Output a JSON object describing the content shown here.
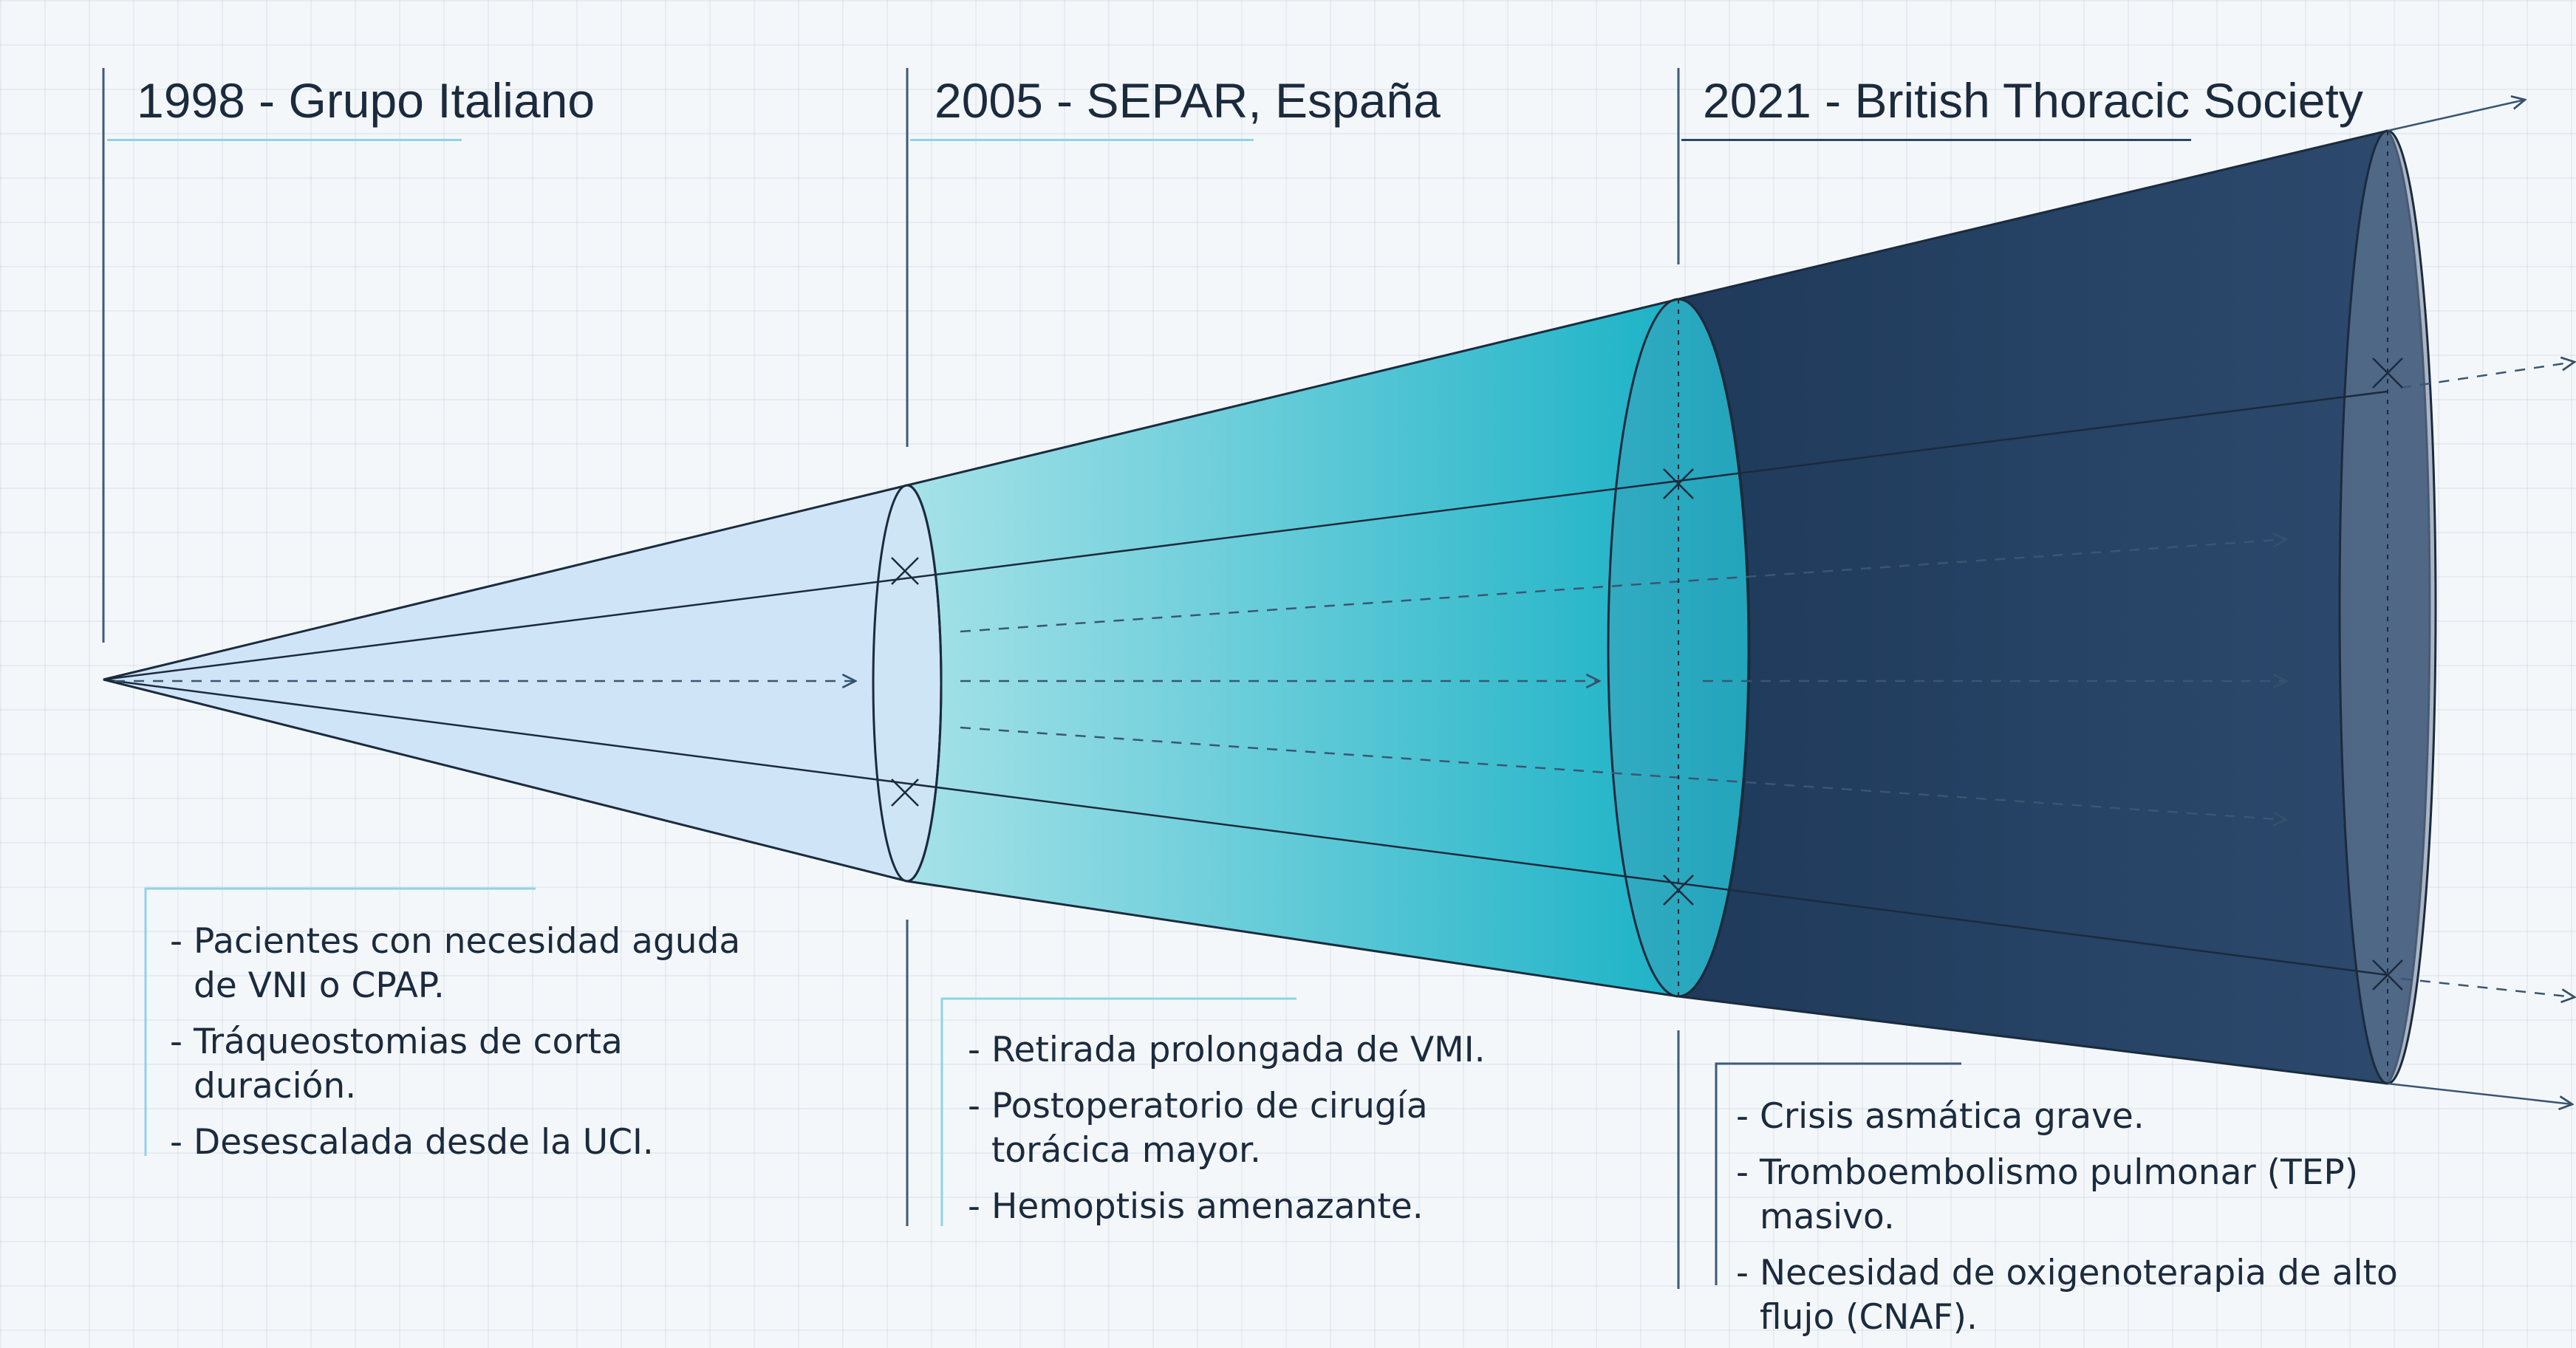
{
  "eras": [
    {
      "title": "1998 - Grupo Italiano",
      "items": [
        "Pacientes con necesidad aguda de VNI o CPAP.",
        "Tráqueostomias de corta duración.",
        "Desescalada desde la UCI."
      ]
    },
    {
      "title": "2005 - SEPAR, España",
      "items": [
        "Retirada prolongada de VMI.",
        "Postoperatorio de cirugía torácica mayor.",
        "Hemoptisis amenazante."
      ]
    },
    {
      "title": "2021 - British Thoracic Society",
      "items": [
        "Crisis asmática grave.",
        "Tromboembolismo pulmonar (TEP) masivo.",
        "Necesidad de oxigenoterapia de alto flujo (CNAF)."
      ]
    }
  ],
  "colors": {
    "segment_1": "#cde3f6",
    "segment_2_start": "#9ee0e6",
    "segment_2_end": "#12b0c6",
    "segment_3_start": "#203b5c",
    "segment_3_end": "#304f74",
    "outline": "#1b2b3d",
    "accent_underline": "#8fd3e6"
  }
}
